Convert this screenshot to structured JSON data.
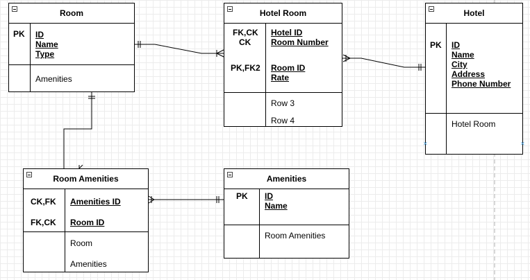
{
  "entities": {
    "room": {
      "title": "Room",
      "key_label": "PK",
      "key_attrs": [
        "ID",
        "Name",
        "Type"
      ],
      "extra_rows": [
        "Amenities"
      ]
    },
    "hotel_room": {
      "title": "Hotel Room",
      "key_label_1": "FK,CK",
      "key_label_2": "CK",
      "key_label_3": "PK,FK2",
      "key_attrs": [
        "Hotel ID",
        "Room Number",
        "Room ID",
        "Rate"
      ],
      "extra_rows": [
        "Row 3",
        "Row 4"
      ]
    },
    "hotel": {
      "title": "Hotel",
      "key_label": "PK",
      "key_attrs": [
        "ID",
        "Name",
        "City",
        "Address",
        "Phone Number"
      ],
      "extra_rows": [
        "Hotel Room"
      ]
    },
    "room_amenities": {
      "title": "Room Amenities",
      "key_label_1": "CK,FK",
      "key_label_2": "FK,CK",
      "key_attrs": [
        "Amenities ID",
        "Room ID"
      ],
      "extra_rows": [
        "Room",
        "Amenities"
      ]
    },
    "amenities": {
      "title": "Amenities",
      "key_label": "PK",
      "key_attrs": [
        "ID",
        "Name"
      ],
      "extra_rows": [
        "Room Amenities"
      ]
    }
  },
  "relationships": [
    {
      "from": "Room",
      "to": "Hotel Room",
      "from_end": "one-and-only-one",
      "to_end": "many"
    },
    {
      "from": "Hotel Room",
      "to": "Hotel",
      "from_end": "one-or-many",
      "to_end": "one-and-only-one"
    },
    {
      "from": "Room",
      "to": "Room Amenities",
      "from_end": "one-and-only-one",
      "to_end": "many"
    },
    {
      "from": "Room Amenities",
      "to": "Amenities",
      "from_end": "one-or-many",
      "to_end": "one-and-only-one"
    }
  ],
  "colors": {
    "grid": "#ececec",
    "line": "#000000",
    "guide": "#b0b0b0",
    "resize_marker": "#4aa3df"
  }
}
